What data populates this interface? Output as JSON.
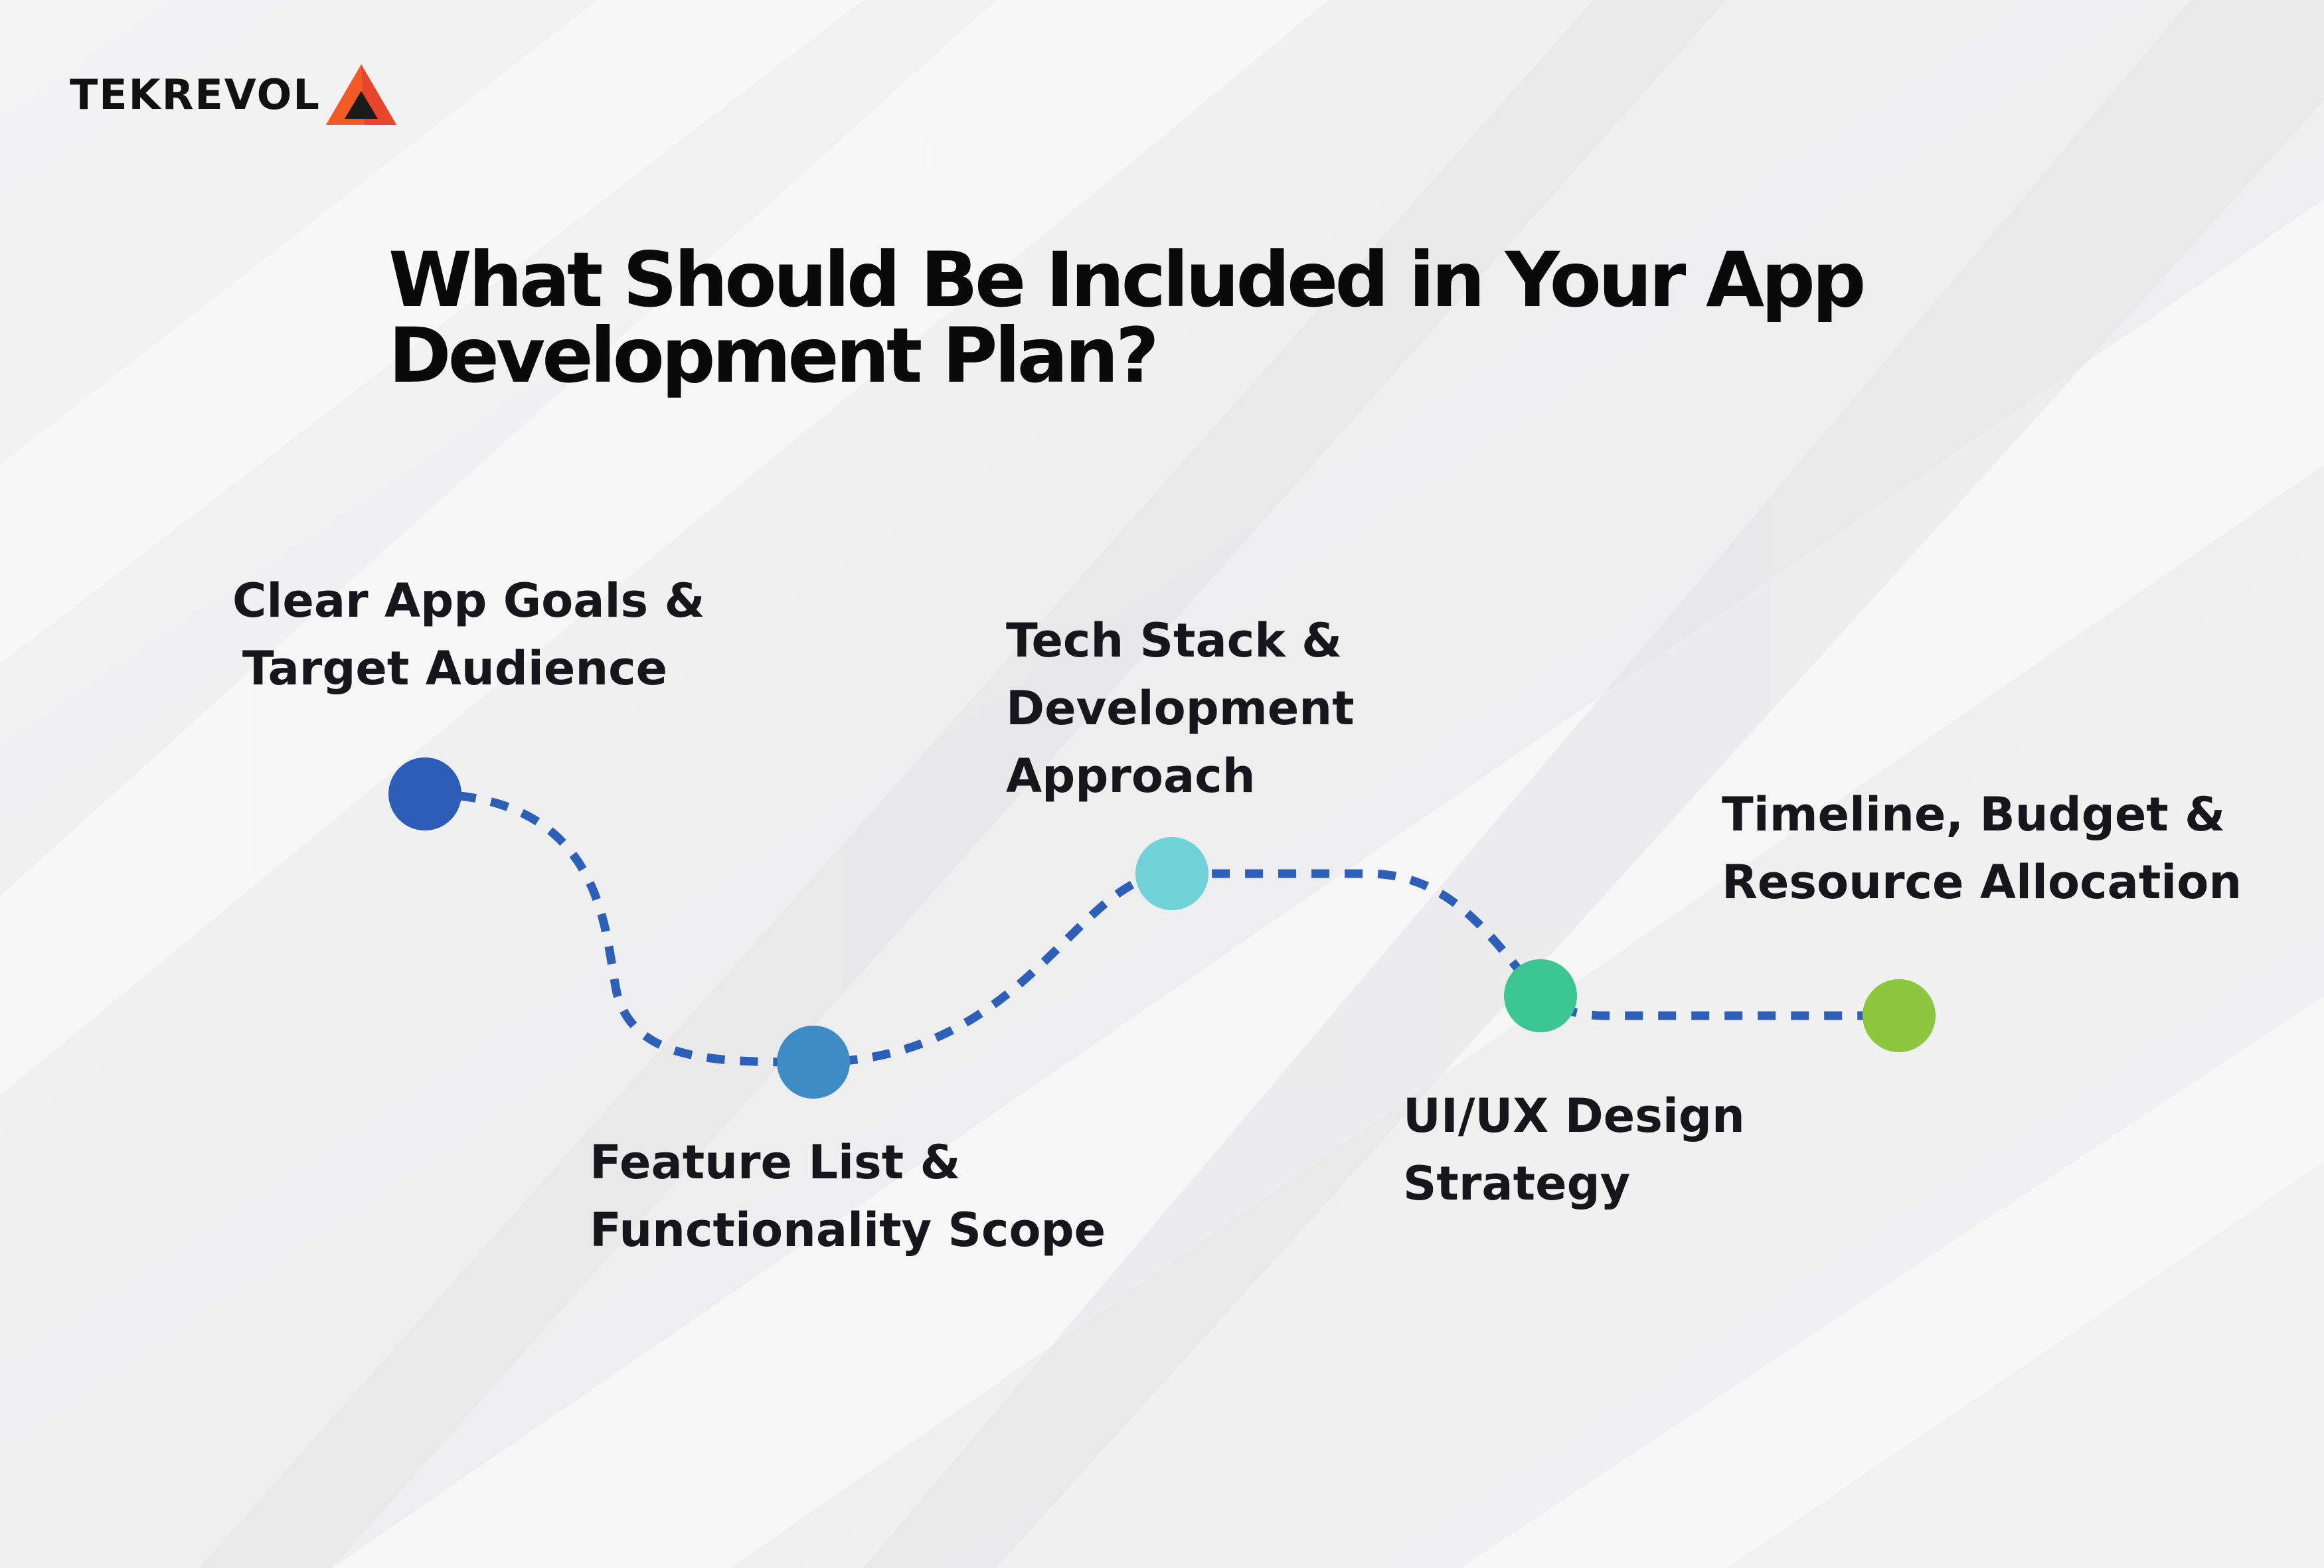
{
  "brand": {
    "logo_text": "TEKREVOL",
    "colors": {
      "accent_orange": "#f15a24",
      "accent_dark": "#e8452c",
      "text_dark": "#111111"
    }
  },
  "title": {
    "line1": "What Should Be Included in Your App",
    "line2": "Development Plan?"
  },
  "steps": [
    {
      "lines": [
        "Clear App Goals &",
        "Target Audience"
      ],
      "color": "#2c5db8"
    },
    {
      "lines": [
        "Feature List &",
        "Functionality Scope"
      ],
      "color": "#3d8cc6"
    },
    {
      "lines": [
        "Tech Stack &",
        "Development",
        "Approach"
      ],
      "color": "#70d1d9"
    },
    {
      "lines": [
        "UI/UX Design",
        "Strategy"
      ],
      "color": "#3dc493"
    },
    {
      "lines": [
        "Timeline, Budget &",
        "Resource Allocation"
      ],
      "color": "#8dc63f"
    }
  ],
  "connector_color": "#2e5fb8"
}
